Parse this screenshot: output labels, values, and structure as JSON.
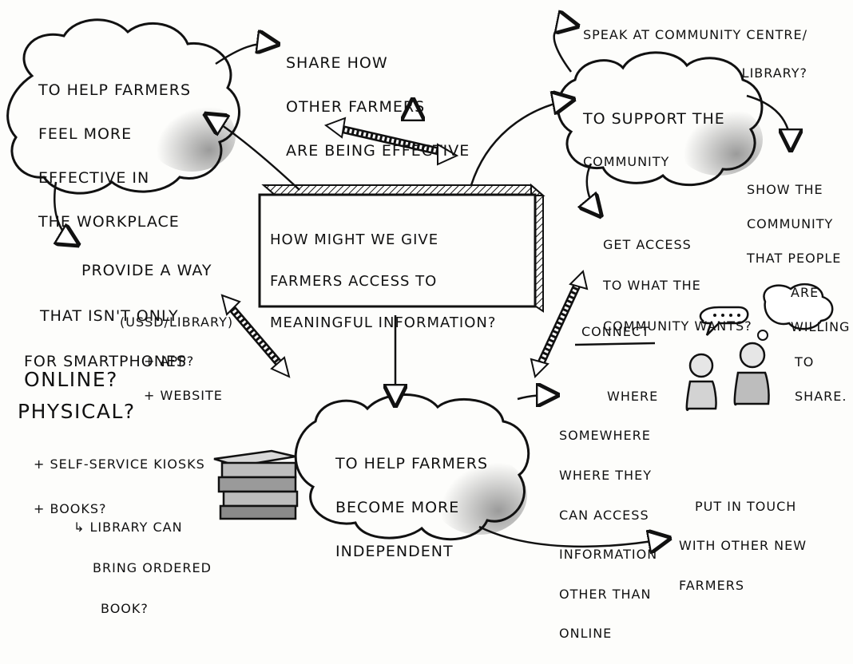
{
  "central_question": {
    "lines": [
      "How might we give",
      "farmers access to",
      "meaningful information?"
    ]
  },
  "goals": {
    "effective": {
      "lines": [
        "To help farmers",
        "feel more",
        "effective in",
        "the workplace"
      ]
    },
    "community": {
      "lines": [
        "To support the",
        "community"
      ]
    },
    "independent": {
      "lines": [
        "To help farmers",
        "become more",
        "independent"
      ]
    }
  },
  "notes": {
    "share_how": {
      "lines": [
        "Share how",
        "other farmers",
        "are being effective"
      ]
    },
    "speak_at": {
      "lines": [
        "Speak at community centre/",
        "library?"
      ]
    },
    "show_community": {
      "lines": [
        "Show the",
        "community",
        "that people",
        "are",
        "willing",
        "to",
        "share."
      ]
    },
    "get_access": {
      "lines": [
        "Get access",
        "to what the",
        "community wants?"
      ]
    },
    "connect": {
      "text": "Connect"
    },
    "somewhere": {
      "lines": [
        "where",
        "Somewhere",
        "where they",
        "can access",
        "information",
        "other than",
        "online"
      ]
    },
    "put_in_touch": {
      "lines": [
        "Put in touch",
        "with other new",
        "farmers"
      ]
    },
    "provide_way": {
      "lines": [
        "Provide a way",
        "that isn't only",
        "for smartphones"
      ]
    },
    "ussd": {
      "text": "(USSD/Library)"
    },
    "app_website": {
      "lines": [
        "+ App?",
        "+ Website"
      ]
    },
    "online": {
      "text": "Online?"
    },
    "physical": {
      "text": "Physical?"
    },
    "kiosks": {
      "lines": [
        "+ Self-service kiosks",
        "+ Books?"
      ]
    },
    "library_book": {
      "lines": [
        "↳ Library can",
        "bring ordered",
        "book?"
      ]
    }
  },
  "icons": [
    "cloud-icon",
    "arrow-icon",
    "double-arrow-icon",
    "books-icon",
    "person-icon",
    "speech-bubble-icon",
    "thought-bubble-icon"
  ],
  "colors": {
    "ink": "#111111",
    "paper": "#fdfdfb",
    "shade": "#8a8a8a"
  }
}
